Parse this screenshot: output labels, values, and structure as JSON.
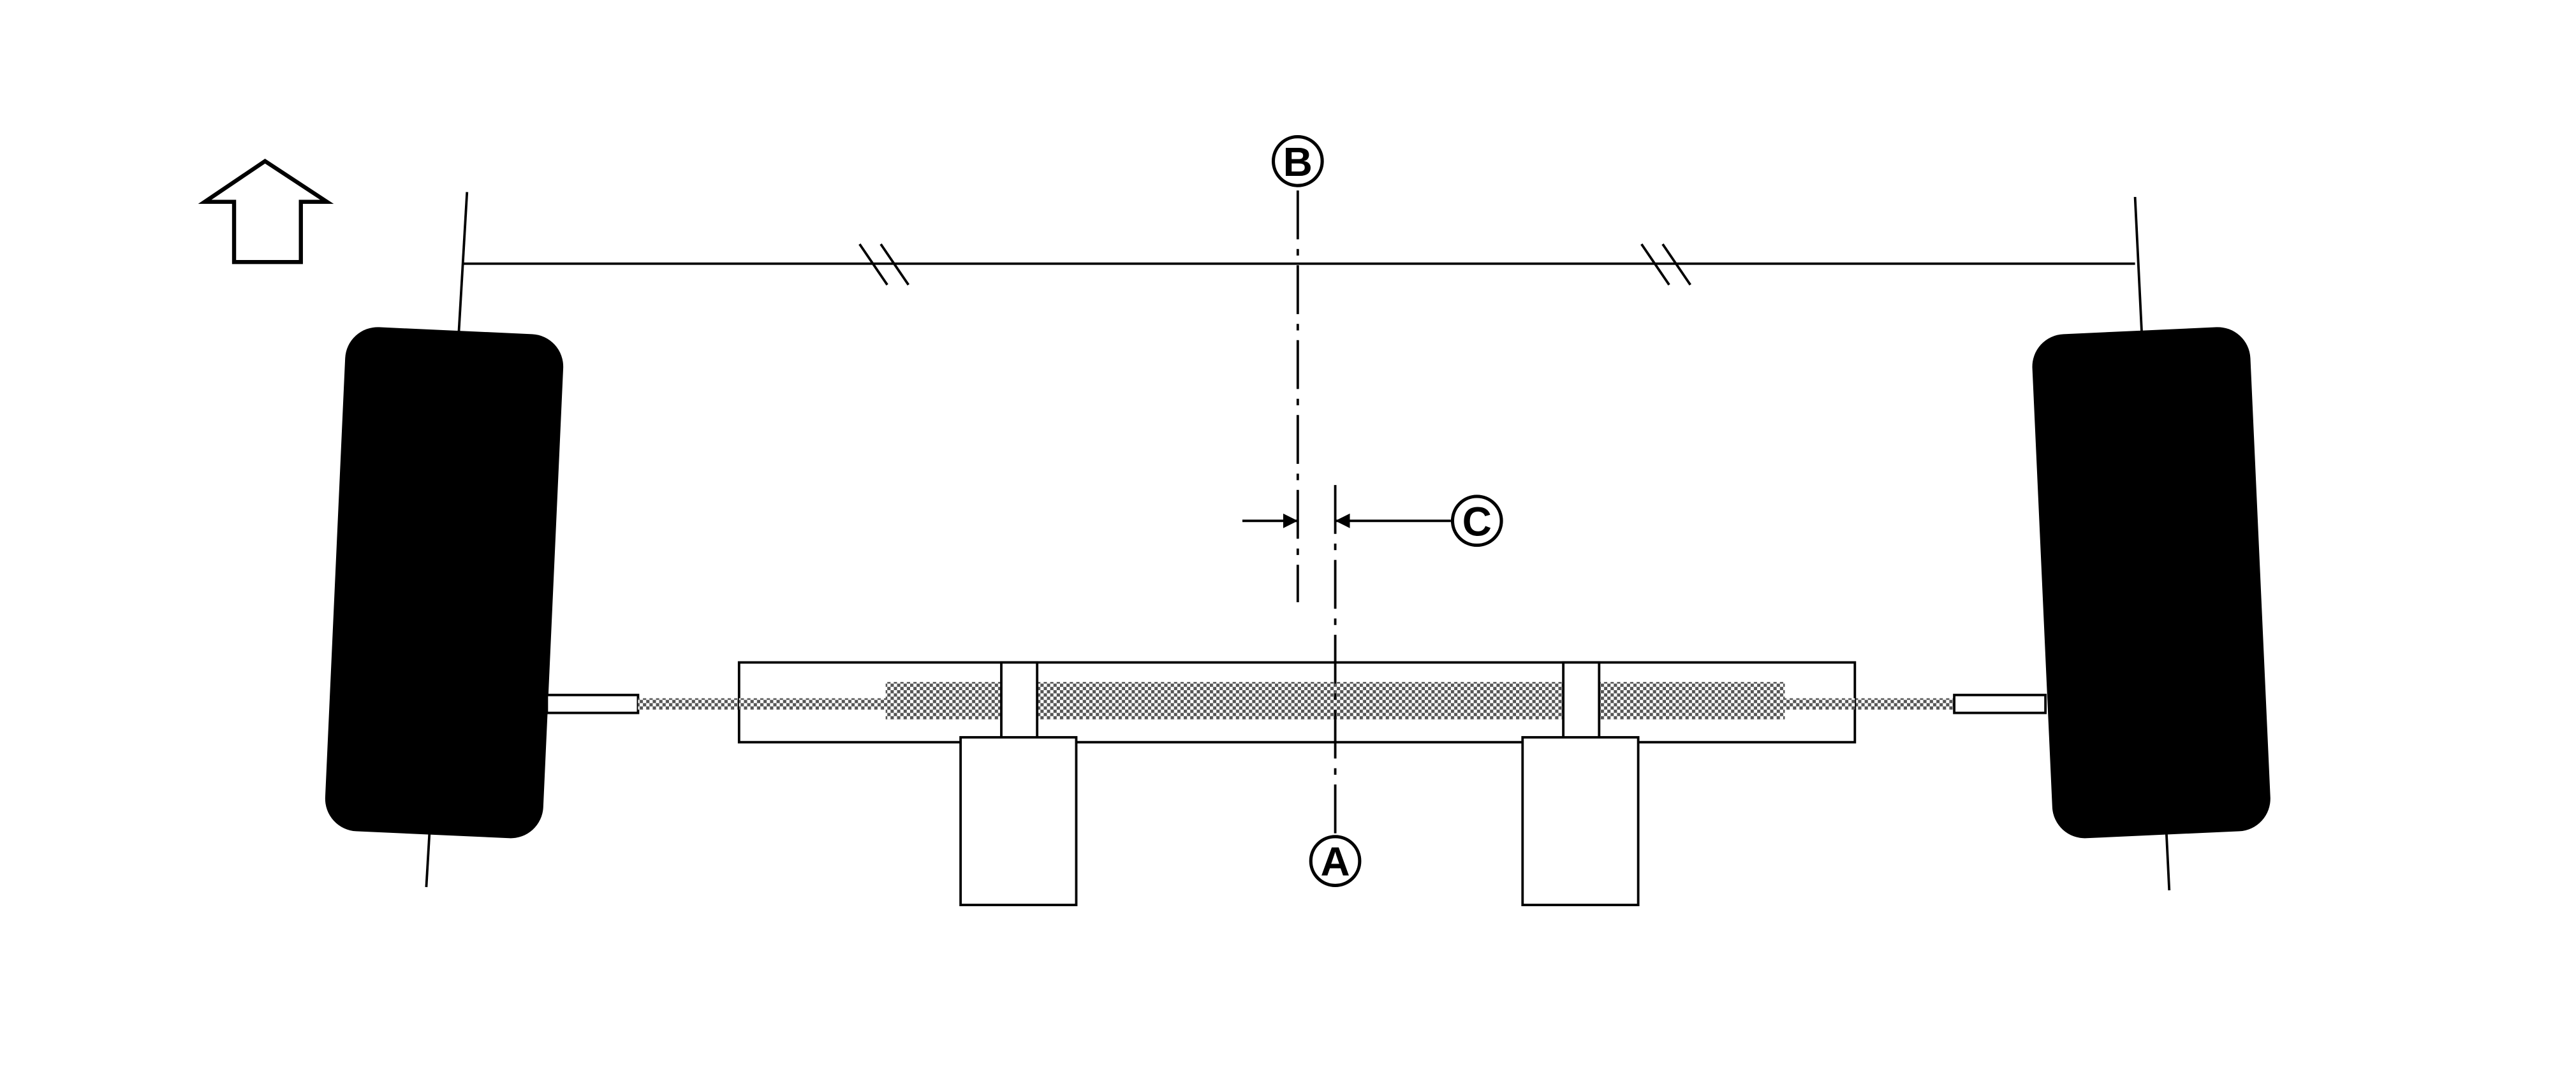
{
  "diagram": {
    "callouts": {
      "a": "A",
      "b": "B",
      "c": "C"
    },
    "colors": {
      "ink": "#000000",
      "paper": "#ffffff",
      "rack_fill": "#b8b8b8"
    },
    "icons": {
      "forward_arrow": "front-direction-arrow-icon"
    }
  }
}
